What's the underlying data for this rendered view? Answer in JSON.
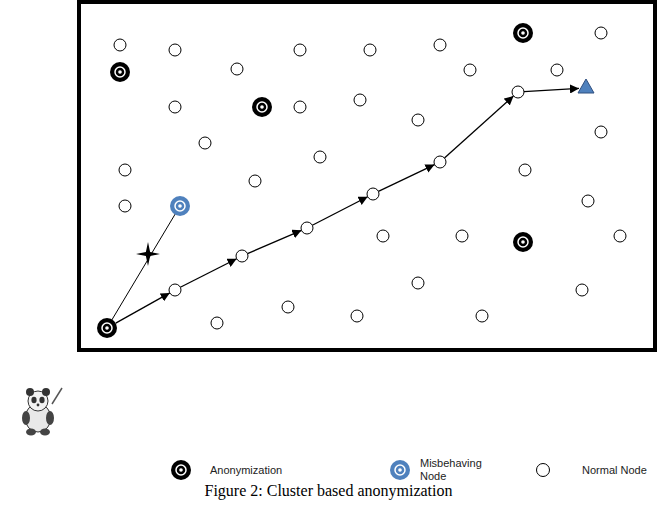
{
  "diagram": {
    "caption": "Figure 2: Cluster based anonymization",
    "legend": [
      {
        "text": "Anonymization"
      },
      {
        "text": "Misbehaving Node"
      },
      {
        "text": "Normal Node"
      }
    ]
  }
}
